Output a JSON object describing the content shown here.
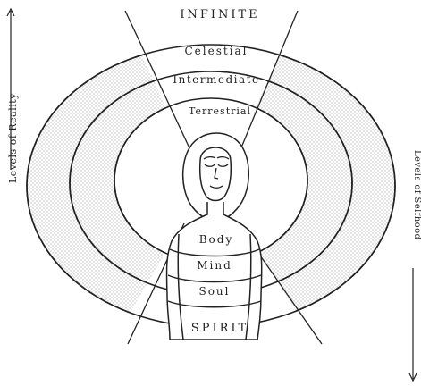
{
  "labels": {
    "top": "INFINITE",
    "bottom": "SPIRIT",
    "ring_outer_top": "Celestial",
    "ring_middle_top": "Intermediate",
    "ring_inner_top": "Terrestrial",
    "ring_inner_bottom": "Body",
    "ring_middle_bottom": "Mind",
    "ring_outer_bottom": "Soul",
    "axis_left": "Levels of Reality",
    "axis_right": "Levels of Selfhood"
  },
  "colors": {
    "ink": "#222222",
    "stipple": "#b9b9b9",
    "paper": "#ffffff"
  }
}
